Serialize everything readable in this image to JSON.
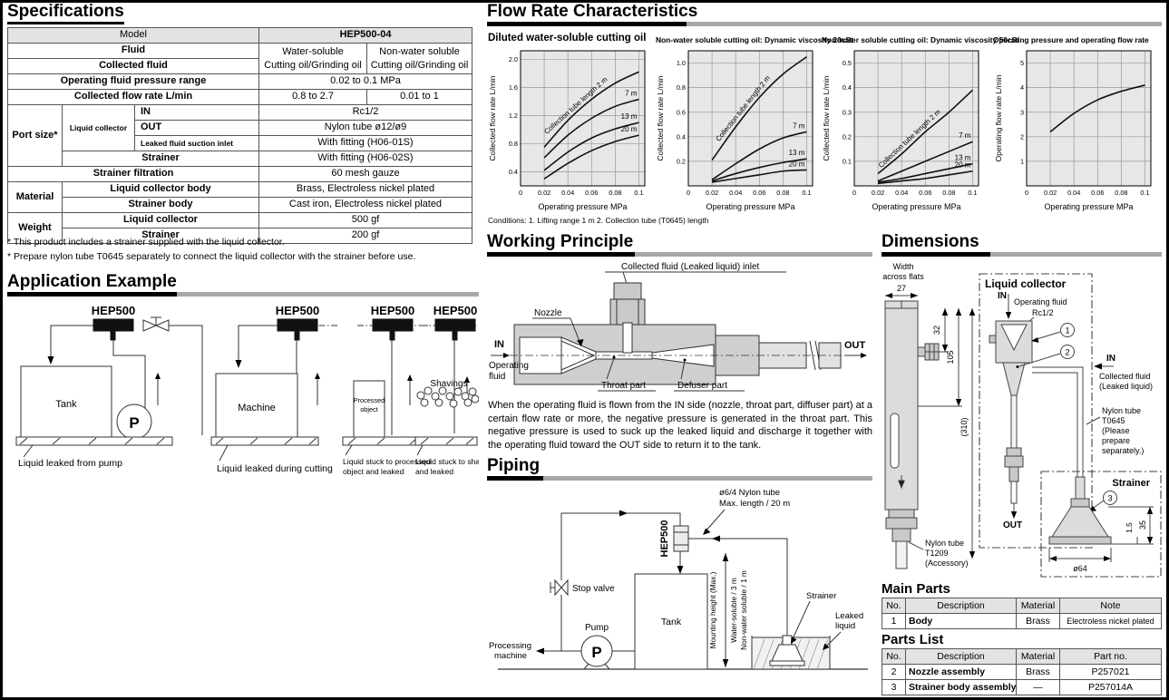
{
  "specifications": {
    "title": "Specifications",
    "table": {
      "model_label": "Model",
      "model": "HEP500-04",
      "fluid_label": "Fluid",
      "collected_fluid_label": "Collected fluid",
      "water_soluble": "Water-soluble",
      "non_water_soluble": "Non-water soluble",
      "cutting_oil_ws": "Cutting oil/Grinding oil",
      "cutting_oil_nws": "Cutting oil/Grinding oil",
      "pressure_label": "Operating fluid pressure range",
      "pressure_value": "0.02 to 0.1 MPa",
      "flow_label": "Collected flow rate L/min",
      "flow_ws": "0.8 to 2.7",
      "flow_nws": "0.01 to 1",
      "port_size_label": "Port size*",
      "liquid_collector_label": "Liquid collector",
      "in_label": "IN",
      "in_value": "Rc1/2",
      "out_label": "OUT",
      "out_value": "Nylon tube ø12/ø9",
      "leaked_label": "Leaked fluid suction inlet",
      "leaked_value": "With fitting (H06-01S)",
      "strainer_label": "Strainer",
      "strainer_value": "With fitting (H06-02S)",
      "filtration_label": "Strainer filtration",
      "filtration_value": "60 mesh gauze",
      "material_label": "Material",
      "collector_body_label": "Liquid collector body",
      "collector_body_value": "Brass, Electroless nickel plated",
      "strainer_body_label": "Strainer body",
      "strainer_body_value": "Cast iron, Electroless nickel plated",
      "weight_label": "Weight",
      "weight_collector_label": "Liquid collector",
      "weight_collector_value": "500 gf",
      "weight_strainer_label": "Strainer",
      "weight_strainer_value": "200 gf"
    },
    "note1": "* This product includes a strainer supplied with the liquid collector.",
    "note2": "* Prepare nylon tube T0645 separately to connect the liquid collector with the strainer before use."
  },
  "application": {
    "title": "Application Example",
    "hep500": "HEP500",
    "tank": "Tank",
    "p": "P",
    "machine": "Machine",
    "processed_1": "Processed",
    "processed_2": "object",
    "shavings": "Shavings",
    "caption_1": "Liquid leaked from pump",
    "caption_2": "Liquid leaked during cutting",
    "caption_3a": "Liquid stuck to processed",
    "caption_3b": "object and leaked",
    "caption_4a": "Liquid stuck to shavings",
    "caption_4b": "and leaked"
  },
  "flow": {
    "title": "Flow Rate Characteristics",
    "conditions": "Conditions: 1. Lifting range 1 m   2. Collection tube (T0645) length"
  },
  "chart_data": [
    {
      "type": "line",
      "title": "Diluted water-soluble cutting oil",
      "xlabel": "Operating pressure MPa",
      "ylabel": "Collected flow rate L/min",
      "x": [
        0.02,
        0.04,
        0.06,
        0.08,
        0.1
      ],
      "xticks": [
        "0",
        "0.02",
        "0.04",
        "0.06",
        "0.08",
        "0.1"
      ],
      "yticks": [
        "0.4",
        "0.8",
        "1.2",
        "1.6",
        "2.0"
      ],
      "xlim": [
        0,
        0.105
      ],
      "ylim": [
        0.2,
        2.12
      ],
      "grid": true,
      "series": [
        {
          "name": "Collection tube length 2 m",
          "values": [
            0.75,
            1.13,
            1.43,
            1.66,
            1.82
          ]
        },
        {
          "name": "7 m",
          "values": [
            0.6,
            0.92,
            1.16,
            1.33,
            1.43
          ]
        },
        {
          "name": "13 m",
          "values": [
            0.42,
            0.68,
            0.88,
            1.01,
            1.1
          ]
        },
        {
          "name": "20 m",
          "values": [
            0.3,
            0.52,
            0.7,
            0.83,
            0.92
          ]
        }
      ]
    },
    {
      "type": "line",
      "title": "Non-water soluble cutting oil: Dynamic viscosity 20cSt",
      "xlabel": "Operating pressure MPa",
      "ylabel": "Collected flow rate L/min",
      "x": [
        0.02,
        0.04,
        0.06,
        0.08,
        0.1
      ],
      "xticks": [
        "0",
        "0.02",
        "0.04",
        "0.06",
        "0.08",
        "0.1"
      ],
      "yticks": [
        "0.2",
        "0.4",
        "0.6",
        "0.8",
        "1.0"
      ],
      "xlim": [
        0,
        0.105
      ],
      "ylim": [
        0,
        1.1
      ],
      "grid": true,
      "series": [
        {
          "name": "Collection tube length 2 m",
          "values": [
            0.21,
            0.48,
            0.72,
            0.91,
            1.05
          ]
        },
        {
          "name": "7 m",
          "values": [
            0.05,
            0.18,
            0.3,
            0.39,
            0.44
          ]
        },
        {
          "name": "13 m",
          "values": [
            0.04,
            0.1,
            0.15,
            0.19,
            0.22
          ]
        },
        {
          "name": "20 m",
          "values": [
            0.03,
            0.06,
            0.09,
            0.12,
            0.13
          ]
        }
      ]
    },
    {
      "type": "line",
      "title": "Non-water soluble cutting oil: Dynamic viscosity 50cSt",
      "xlabel": "Operating pressure MPa",
      "ylabel": "Collected flow rate L/min",
      "x": [
        0.02,
        0.04,
        0.06,
        0.08,
        0.1
      ],
      "xticks": [
        "0",
        "0.02",
        "0.04",
        "0.06",
        "0.08",
        "0.1"
      ],
      "yticks": [
        "0.1",
        "0.2",
        "0.3",
        "0.4",
        "0.5"
      ],
      "xlim": [
        0,
        0.105
      ],
      "ylim": [
        0,
        0.55
      ],
      "grid": true,
      "series": [
        {
          "name": "Collection tube length 2 m",
          "values": [
            0.05,
            0.13,
            0.22,
            0.3,
            0.39
          ]
        },
        {
          "name": "7 m",
          "values": [
            0.02,
            0.06,
            0.1,
            0.14,
            0.18
          ]
        },
        {
          "name": "13 m",
          "values": [
            0.015,
            0.03,
            0.05,
            0.07,
            0.09
          ]
        },
        {
          "name": "20 m",
          "values": [
            0.01,
            0.02,
            0.03,
            0.045,
            0.06
          ]
        }
      ]
    },
    {
      "type": "line",
      "title": "Operating pressure and operating flow rate",
      "xlabel": "Operating pressure MPa",
      "ylabel": "Operating flow rate L/min",
      "x": [
        0.02,
        0.04,
        0.06,
        0.08,
        0.1
      ],
      "xticks": [
        "0",
        "0.02",
        "0.04",
        "0.06",
        "0.08",
        "0.1"
      ],
      "yticks": [
        "1",
        "2",
        "3",
        "4",
        "5"
      ],
      "xlim": [
        0,
        0.105
      ],
      "ylim": [
        0,
        5.5
      ],
      "grid": true,
      "series": [
        {
          "name": "",
          "values": [
            2.2,
            2.95,
            3.5,
            3.85,
            4.1
          ]
        }
      ]
    }
  ],
  "working": {
    "title": "Working Principle",
    "labels": {
      "inlet": "Collected fluid (Leaked liquid) inlet",
      "nozzle": "Nozzle",
      "in": "IN",
      "operating_1": "Operating",
      "operating_2": "fluid",
      "out": "OUT",
      "throat": "Throat part",
      "defuser": "Defuser part"
    },
    "body": "When the operating fluid is flown from the IN side (nozzle, throat part, diffuser part) at a certain flow rate or more, the negative pressure is generated in the throat part. This negative pressure is used to suck up the leaked liquid and discharge it together with the operating fluid toward the OUT side to return it to the tank."
  },
  "piping": {
    "title": "Piping",
    "labels": {
      "tube_1": "ø6/4 Nylon tube",
      "tube_2": "Max. length / 20 m",
      "hep": "HEP500",
      "stop_valve": "Stop valve",
      "pump": "Pump",
      "p": "P",
      "tank": "Tank",
      "processing_1": "Processing",
      "processing_2": "machine",
      "mounting": "Mounting height (Max.)",
      "ws": "Water-soluble / 3 m",
      "nws": "Non-water soluble / 1 m",
      "strainer": "Strainer",
      "leaked_1": "Leaked",
      "leaked_2": "liquid"
    }
  },
  "dimensions": {
    "title": "Dimensions",
    "labels": {
      "width_1": "Width",
      "width_2": "across flats",
      "dim_27": "27",
      "dim_32": "32",
      "dim_105": "105",
      "dim_310": "(310)",
      "liquid_collector": "Liquid collector",
      "in_top": "IN",
      "operating_fluid": "Operating fluid",
      "rc12": "Rc1/2",
      "num1": "1",
      "num2": "2",
      "num3": "3",
      "in_right": "IN",
      "collected_1": "Collected fluid",
      "collected_2": "(Leaked liquid)",
      "t0645_1": "Nylon tube",
      "t0645_2": "T0645",
      "t0645_3": "(Please",
      "t0645_4": "prepare",
      "t0645_5": "separately.)",
      "t1209_1": "Nylon tube",
      "t1209_2": "T1209",
      "t1209_3": "(Accessory)",
      "out": "OUT",
      "strainer": "Strainer",
      "dim_15": "1.5",
      "dim_35": "35",
      "dim_64": "ø64"
    }
  },
  "main_parts": {
    "title": "Main Parts",
    "headers": [
      "No.",
      "Description",
      "Material",
      "Note"
    ],
    "rows": [
      [
        "1",
        "Body",
        "Brass",
        "Electroless nickel plated"
      ]
    ]
  },
  "parts_list": {
    "title": "Parts List",
    "headers": [
      "No.",
      "Description",
      "Material",
      "Part no."
    ],
    "rows": [
      [
        "2",
        "Nozzle assembly",
        "Brass",
        "P257021"
      ],
      [
        "3",
        "Strainer body assembly",
        "—",
        "P257014A"
      ]
    ]
  }
}
